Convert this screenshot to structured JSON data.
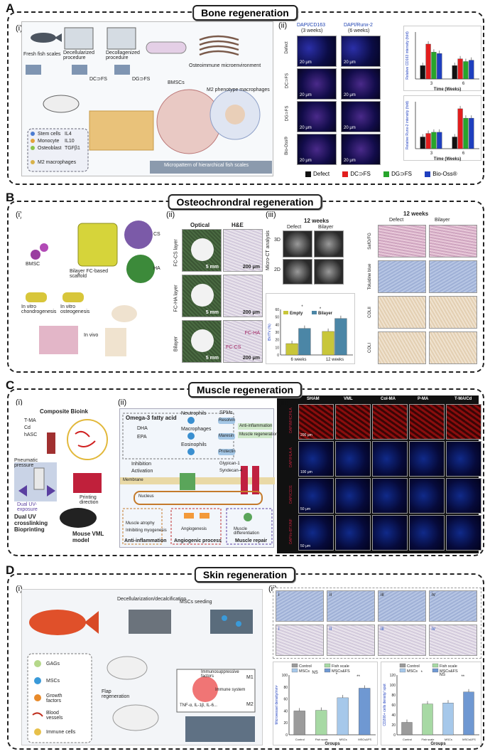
{
  "panelA": {
    "letter": "A",
    "title": "Bone regeneration",
    "sub1": "(i)",
    "sub2": "(ii)",
    "fish_scales": "Fresh fish scales",
    "decell": "Decellularized procedure",
    "decoll": "Decollagenized procedure",
    "dcfs": "DC⊃FS",
    "dgfs": "DG⊃FS",
    "bmscs": "BMSCs",
    "osteo_env": "Osteoimmune microenvironment",
    "m2": "M2 phenotype macrophages",
    "micropattern": "Micropattern of hierarchical fish scales",
    "legend_items": [
      "Stem cells",
      "IL4",
      "Monocyte",
      "IL10",
      "Osteoblast",
      "TGFβ1",
      "M2 macrophages"
    ],
    "col1": "DAPI/CD163",
    "col1_sub": "(3 weeks)",
    "col2": "DAPI/Runx-2",
    "col2_sub": "(6 weeks)",
    "rows": [
      "Defect",
      "DC⊃FS",
      "DG⊃FS",
      "Bio-Oss®"
    ],
    "scale": "20 μm",
    "chart1_ylabel": "Relative CD163 intensity (fold)",
    "chart2_ylabel": "Relative Runx-2 intensity (fold)",
    "xlabel": "Time (Weeks)",
    "ticks": [
      "3",
      "6"
    ],
    "legend": [
      "Defect",
      "DC⊃FS",
      "DG⊃FS",
      "Bio-Oss®"
    ]
  },
  "panelB": {
    "letter": "B",
    "title": "Osteochrondral regeneration",
    "sub1": "(i)",
    "sub2": "(ii)",
    "sub3": "(iii)",
    "cs": "CS",
    "ha": "HA",
    "bmsc": "BMSC",
    "scaffold": "Bilayer FC-based scaffold",
    "chondro": "In vitro chondrogenesis",
    "osteo": "In vitro osteogenesis",
    "invivo": "In vivo",
    "optical": "Optical",
    "he": "H&E",
    "layers": [
      "FC-CS layer",
      "FC-HA layer",
      "Bilayer"
    ],
    "scale5": "5 mm",
    "scale200": "200 μm",
    "fcha": "FC-HA",
    "fccs": "FC-CS",
    "weeks12": "12 weeks",
    "defect": "Defect",
    "bilayer": "Bilayer",
    "microct": "Micro-CT analysis",
    "d3": "3D",
    "d2": "2D",
    "stains": [
      "SafO/FG",
      "Toluidine blue",
      "COLII",
      "COLI"
    ]
  },
  "panelC": {
    "letter": "C",
    "title": "Muscle regeneration",
    "sub1": "(i)",
    "sub2": "(ii)",
    "sub3": "(iii)",
    "bioink": "Composite Bioink",
    "tma": "T-MA",
    "cd": "Cd",
    "hasc": "hASC",
    "pneumatic": "Pneumatic pressure",
    "dual_uv": "Dual UV-exposure",
    "dual_title": "Dual UV crosslinking Bioprinting",
    "printing": "Printing direction",
    "mouse": "Mouse VML model",
    "omega": "Omega-3 fatty acid",
    "spms": "SPMs",
    "dha": "DHA",
    "epa": "EPA",
    "neutrophils": "Neutrophils",
    "macrophages": "Macrophages",
    "eosinophils": "Eosinophils",
    "resolvin": "Resolvin",
    "maresin": "Maresin",
    "protectin": "Protectin",
    "anti_inf": "Anti-inflammation",
    "muscle_regen": "Muscle regeneration",
    "inhibition": "Inhibition",
    "activation": "Activation",
    "membrane": "Membrane",
    "nucleus": "Nucleus",
    "glypican": "Glypican-1",
    "syndecan": "Syndecan-4",
    "atrophy": "Muscle atrophy",
    "inhibit_myo": "Inhibiting myogenesis",
    "anti_inf_label": "Anti-inflammation",
    "angio": "Angiogenic process",
    "repair": "Muscle repair",
    "angiogenesis": "Angiogenesis",
    "differentiation": "Muscle differentiation",
    "cols": [
      "SHAM",
      "VML",
      "Col-MA",
      "P-MA",
      "T-MA/Cd"
    ],
    "rows": [
      "DAPI/MHC/HLA",
      "DAPI/HLA-A",
      "DAPI/CD31",
      "DAPI/α-BTX/NF"
    ],
    "scales": [
      "200 μm",
      "100 μm",
      "50 μm",
      "50 μm"
    ]
  },
  "panelD": {
    "letter": "D",
    "title": "Skin regeneration",
    "sub1": "(i)",
    "sub2": "(ii)",
    "decal": "Decellularization/decalcification",
    "seeding": "MSCs seeding",
    "flap": "Flap regeneration",
    "legend": [
      "GAGs",
      "MSCs",
      "Growth factors",
      "Blood vessels",
      "Immune cells"
    ],
    "immuno": "Immunosuppressive factors",
    "immune_sys": "Immune system",
    "m1": "M1",
    "m2": "M2",
    "tnf": "TNF-α, IL-1β, IL-6...",
    "roman": [
      "i",
      "ii",
      "iii",
      "iv"
    ],
    "chart_legend": [
      "Control",
      "Fish scale",
      "MSCs",
      "MSCs&FS"
    ],
    "chart1_y": "Microvessel density/mm²",
    "chart2_y": "CD206+ cells density/ spot",
    "xlabel": "Groups"
  },
  "chart_data": [
    {
      "type": "bar",
      "title": "",
      "xlabel": "Time (Weeks)",
      "ylabel": "Relative CD163 intensity (fold)",
      "categories": [
        "3",
        "6"
      ],
      "series": [
        {
          "name": "Defect",
          "values": [
            1.0,
            1.0
          ]
        },
        {
          "name": "DC⊃FS",
          "values": [
            2.6,
            1.5
          ]
        },
        {
          "name": "DG⊃FS",
          "values": [
            2.0,
            1.3
          ]
        },
        {
          "name": "Bio-Oss®",
          "values": [
            1.9,
            1.4
          ]
        }
      ],
      "ylim": [
        0,
        3.5
      ],
      "colors": [
        "#111111",
        "#e21d1d",
        "#27a52b",
        "#1f3fbf"
      ]
    },
    {
      "type": "bar",
      "title": "",
      "xlabel": "Time (Weeks)",
      "ylabel": "Relative Runx-2 intensity (fold)",
      "categories": [
        "3",
        "6"
      ],
      "series": [
        {
          "name": "Defect",
          "values": [
            1.0,
            1.0
          ]
        },
        {
          "name": "DC⊃FS",
          "values": [
            1.3,
            3.4
          ]
        },
        {
          "name": "DG⊃FS",
          "values": [
            1.4,
            2.6
          ]
        },
        {
          "name": "Bio-Oss®",
          "values": [
            1.4,
            2.6
          ]
        }
      ],
      "ylim": [
        0,
        4
      ],
      "colors": [
        "#111111",
        "#e21d1d",
        "#27a52b",
        "#1f3fbf"
      ]
    },
    {
      "type": "bar",
      "title": "",
      "xlabel": "",
      "ylabel": "BV/TV (%)",
      "categories": [
        "6 weeks",
        "12 weeks"
      ],
      "series": [
        {
          "name": "Empty",
          "values": [
            15,
            31
          ]
        },
        {
          "name": "Bilayer",
          "values": [
            35,
            48
          ]
        }
      ],
      "ylim": [
        0,
        60
      ],
      "yticks": [
        0,
        10,
        20,
        30,
        40,
        50,
        60
      ],
      "colors": [
        "#c8c63a",
        "#4b86a6"
      ],
      "annotations": [
        "*",
        "*"
      ]
    },
    {
      "type": "bar",
      "title": "",
      "xlabel": "Groups",
      "ylabel": "Microvessel density/mm²",
      "categories": [
        "Control",
        "Fish scale",
        "MSCs",
        "MSCs&FS"
      ],
      "values": [
        40,
        41,
        62,
        78
      ],
      "ylim": [
        0,
        100
      ],
      "yticks": [
        0,
        20,
        40,
        60,
        80,
        100
      ],
      "colors": [
        "#9b9b9b",
        "#a7d9a4",
        "#a6c8ea",
        "#6f98d2"
      ],
      "annotations": [
        "NS",
        "*",
        "**"
      ]
    },
    {
      "type": "bar",
      "title": "",
      "xlabel": "Groups",
      "ylabel": "CD206+ cells density/ spot",
      "categories": [
        "Control",
        "Fish scale",
        "MSCs",
        "MSCs&FS"
      ],
      "values": [
        25,
        62,
        64,
        86
      ],
      "ylim": [
        0,
        120
      ],
      "yticks": [
        0,
        20,
        40,
        60,
        80,
        100,
        120
      ],
      "colors": [
        "#9b9b9b",
        "#a7d9a4",
        "#a6c8ea",
        "#6f98d2"
      ],
      "annotations": [
        "*",
        "NS",
        "**"
      ]
    }
  ]
}
